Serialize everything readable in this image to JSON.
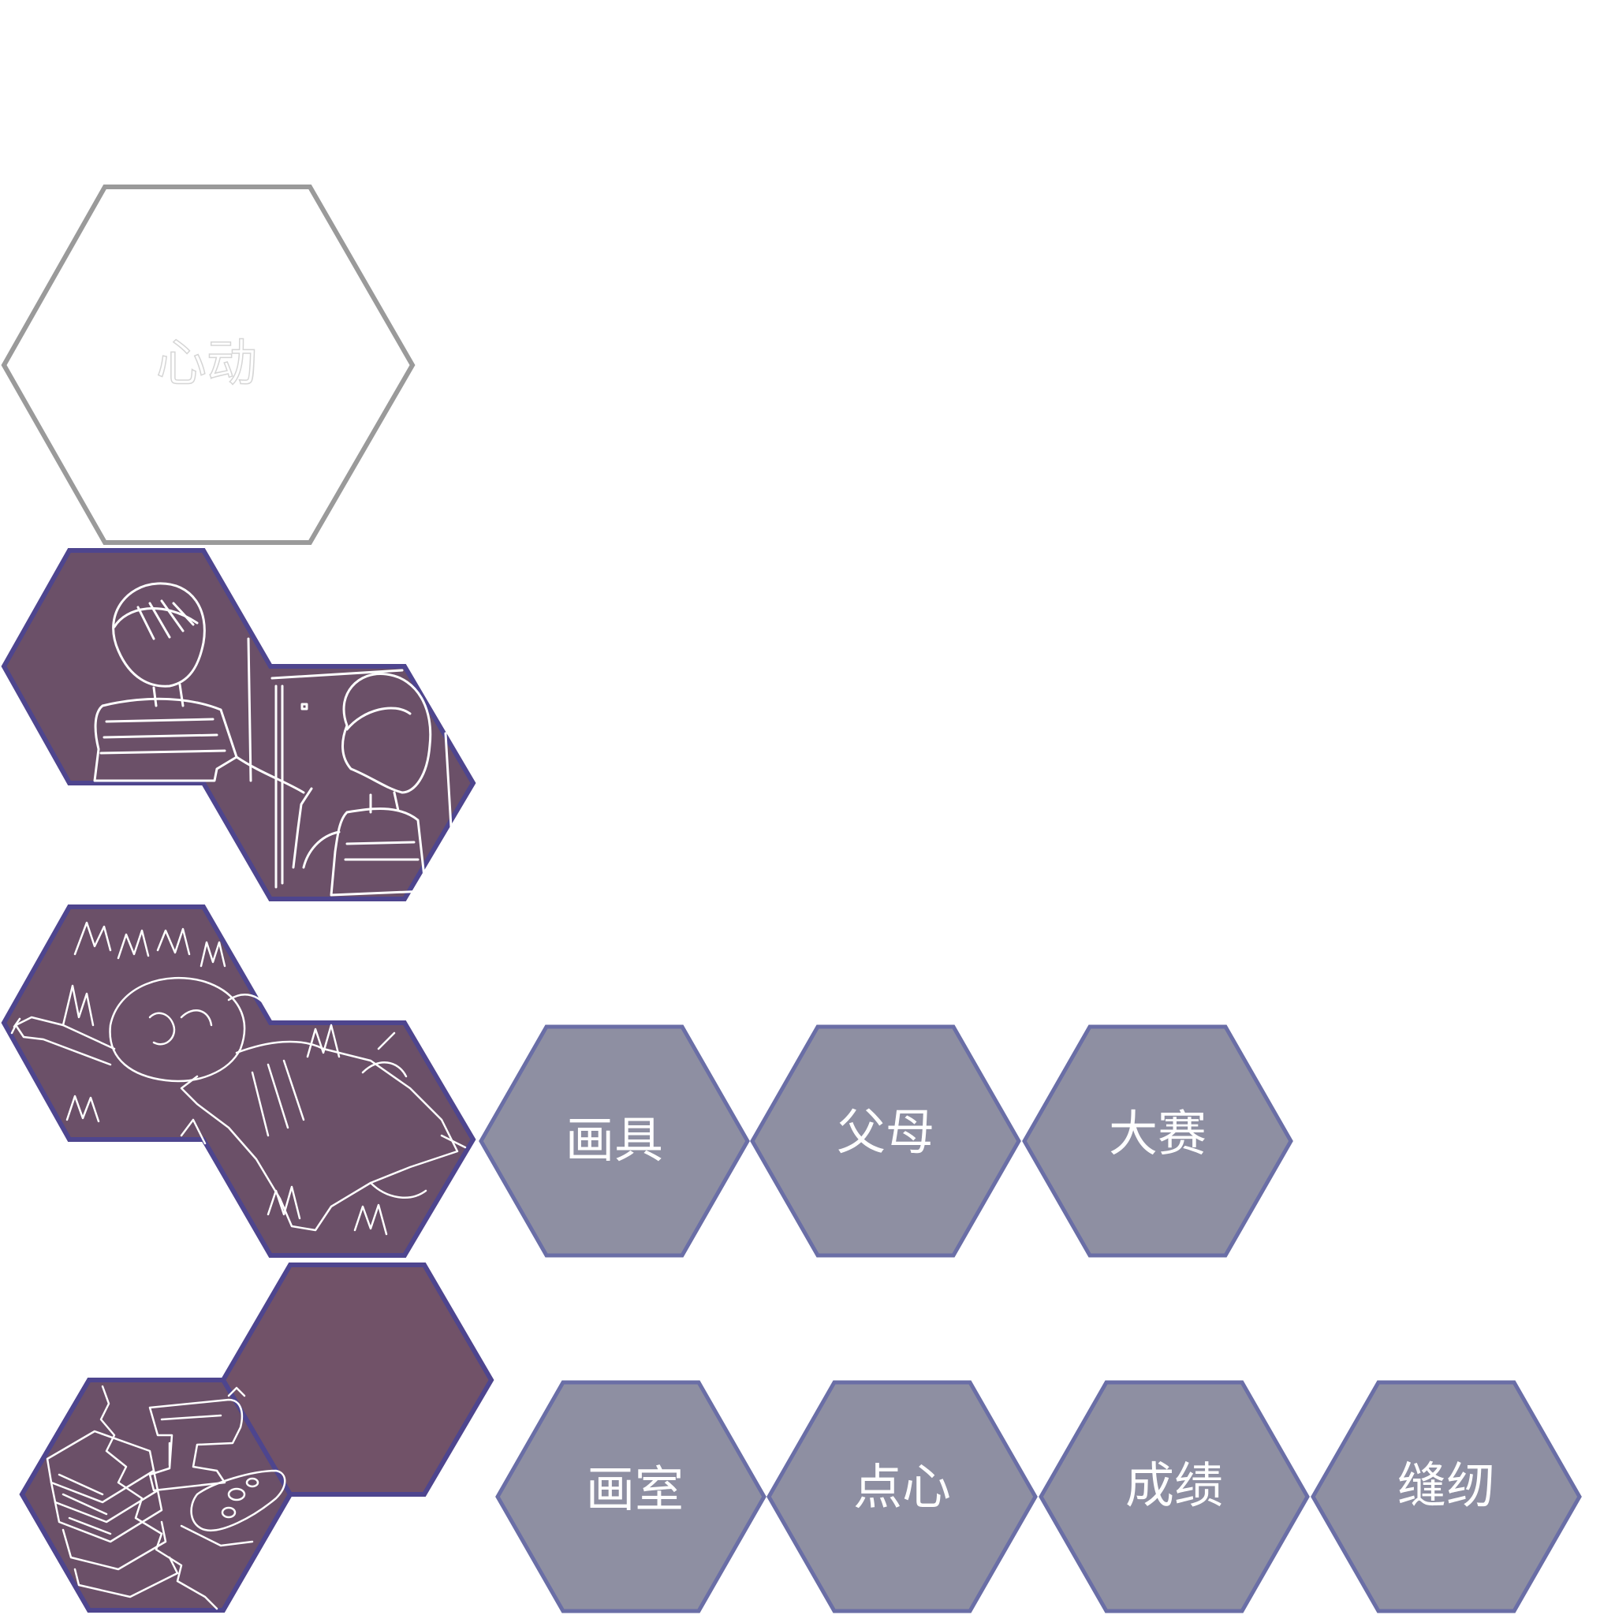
{
  "title_hex": {
    "label": "心动"
  },
  "colors": {
    "background": "#ffffff",
    "title_hex_stroke": "#9a9a9a",
    "card_fill": "#6b5068",
    "card_fill_alt": "#715268",
    "card_stroke": "#4e458e",
    "sketch_line": "#ffffff",
    "tile_fill": "#8e8fa2",
    "tile_stroke": "#6a6ea6",
    "tile_text": "#ffffff"
  },
  "cards": [
    {
      "id": "card-1",
      "icon": "two-girls-sketch"
    },
    {
      "id": "card-2",
      "icon": "girl-lying-in-grass-sketch"
    },
    {
      "id": "card-3",
      "icon": "sewing-machine-books-sketch"
    }
  ],
  "tiles_row1": [
    {
      "label": "画具"
    },
    {
      "label": "父母"
    },
    {
      "label": "大赛"
    }
  ],
  "tiles_row2": [
    {
      "label": "画室"
    },
    {
      "label": "点心"
    },
    {
      "label": "成绩"
    },
    {
      "label": "缝纫"
    }
  ]
}
